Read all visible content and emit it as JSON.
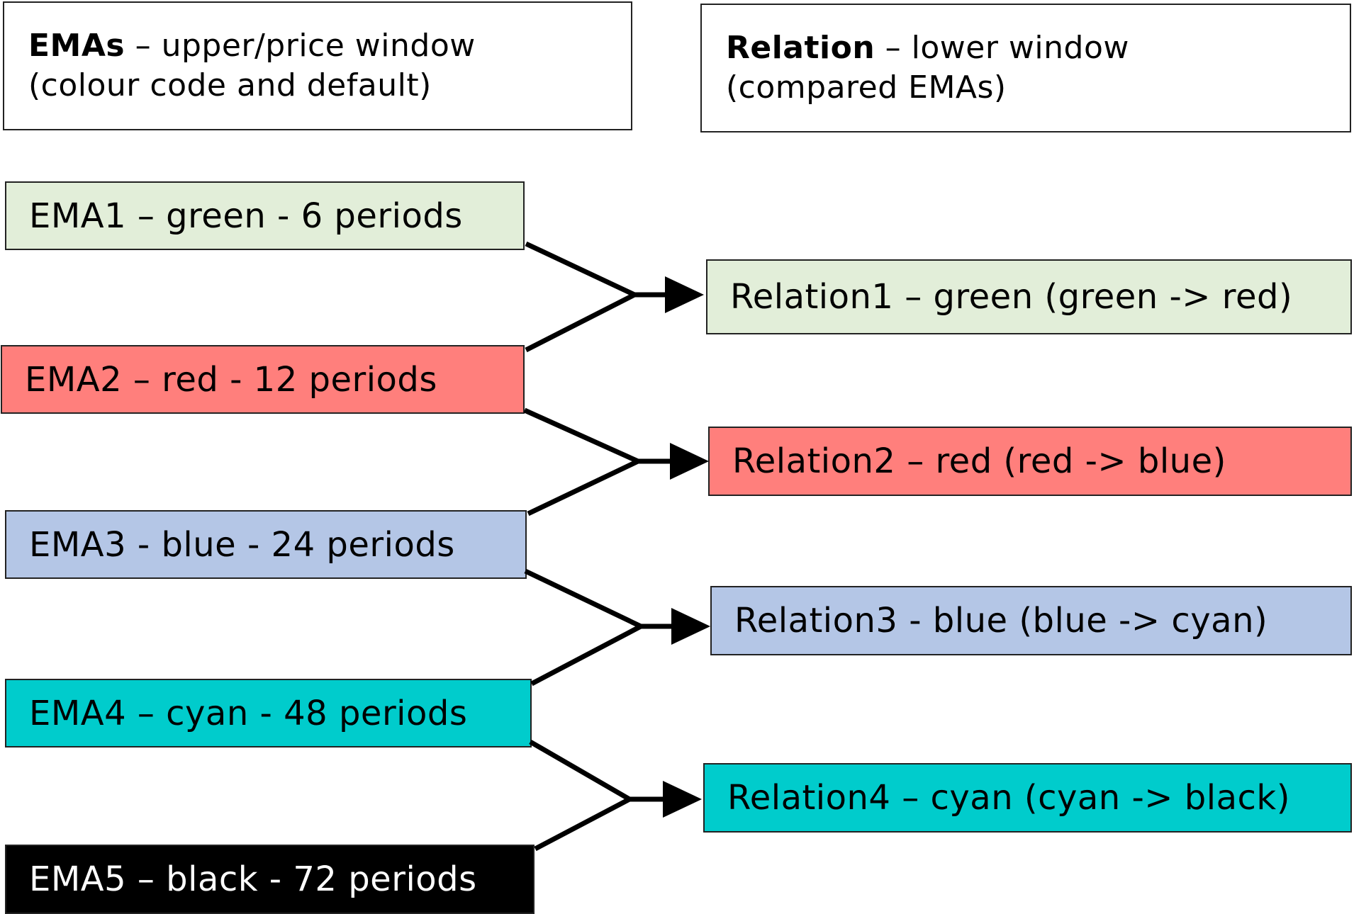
{
  "headers": {
    "left": {
      "bold": "EMAs",
      "rest": " – upper/price window",
      "line2": "(colour code and default)"
    },
    "right": {
      "bold": "Relation",
      "rest": " – lower window",
      "line2": "(compared EMAs)"
    }
  },
  "emas": [
    {
      "label": "EMA1 – green - 6 periods",
      "color": "#e2eed9"
    },
    {
      "label": "EMA2 – red - 12 periods",
      "color": "#ff7f7c"
    },
    {
      "label": "EMA3 - blue - 24 periods",
      "color": "#b4c6e6"
    },
    {
      "label": "EMA4 – cyan - 48 periods",
      "color": "#00cccc"
    },
    {
      "label": "EMA5 – black - 72 periods",
      "color": "#000000",
      "text_color": "#ffffff"
    }
  ],
  "relations": [
    {
      "label": "Relation1 – green (green -> red)",
      "color": "#e2eed9"
    },
    {
      "label": "Relation2 – red (red -> blue)",
      "color": "#ff7f7c"
    },
    {
      "label": "Relation3 - blue (blue -> cyan)",
      "color": "#b4c6e6"
    },
    {
      "label": "Relation4 – cyan (cyan -> black)",
      "color": "#00cccc"
    }
  ]
}
